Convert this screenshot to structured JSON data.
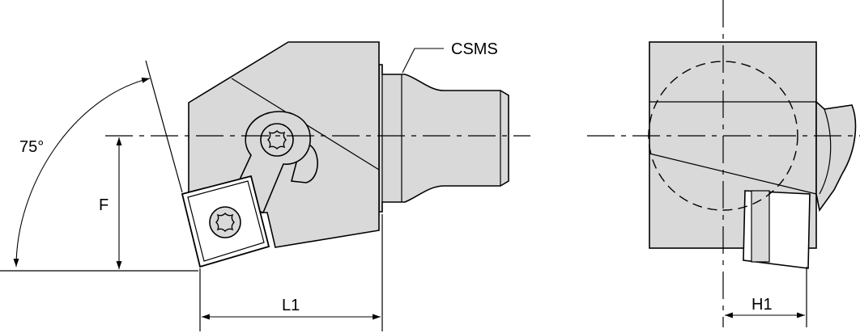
{
  "labels": {
    "connection": "CSMS",
    "angle": "75°",
    "height_f": "F",
    "length_l1": "L1",
    "height_h1": "H1"
  },
  "colors": {
    "body": "#d9d9d9",
    "line": "#000000",
    "background": "#ffffff"
  }
}
